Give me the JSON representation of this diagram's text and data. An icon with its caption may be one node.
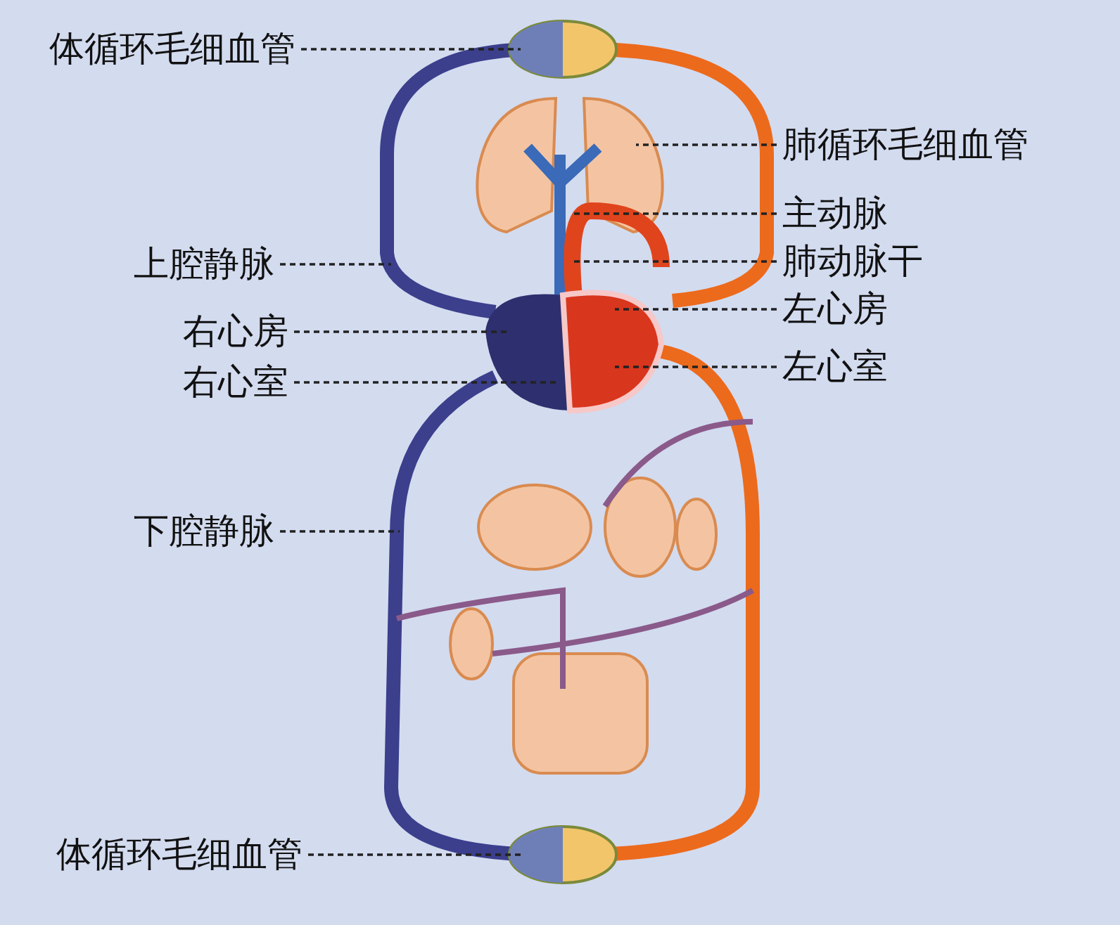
{
  "diagram": {
    "nodes": [
      {
        "text": [
          "体循环毛细血管"
        ]
      },
      {
        "text": [
          "肺循环毛细血管"
        ]
      },
      {
        "text": [
          "主动脉"
        ]
      },
      {
        "text": [
          "上腔静脉"
        ]
      },
      {
        "text": [
          "肺动脉干"
        ]
      },
      {
        "text": [
          "右心房"
        ]
      },
      {
        "text": [
          "左心房"
        ]
      },
      {
        "text": [
          "右心室"
        ]
      },
      {
        "text": [
          "左心室"
        ]
      },
      {
        "text": [
          "下腔静脉"
        ]
      },
      {
        "text": [
          "体循环毛细血管"
        ]
      }
    ],
    "edges": [
      {
        "from": 0,
        "to": null,
        "arrow": "none",
        "style": "dashed"
      },
      {
        "from": 1,
        "to": null,
        "arrow": "none",
        "style": "dashed"
      },
      {
        "from": 2,
        "to": null,
        "arrow": "none",
        "style": "dashed"
      },
      {
        "from": 3,
        "to": null,
        "arrow": "none",
        "style": "dashed"
      },
      {
        "from": 4,
        "to": null,
        "arrow": "none",
        "style": "dashed"
      },
      {
        "from": 5,
        "to": null,
        "arrow": "none",
        "style": "dashed"
      },
      {
        "from": 6,
        "to": null,
        "arrow": "none",
        "style": "dashed"
      },
      {
        "from": 7,
        "to": null,
        "arrow": "none",
        "style": "dashed"
      },
      {
        "from": 8,
        "to": null,
        "arrow": "none",
        "style": "dashed"
      },
      {
        "from": 9,
        "to": null,
        "arrow": "none",
        "style": "dashed"
      },
      {
        "from": 10,
        "to": null,
        "arrow": "none",
        "style": "dashed"
      }
    ]
  }
}
